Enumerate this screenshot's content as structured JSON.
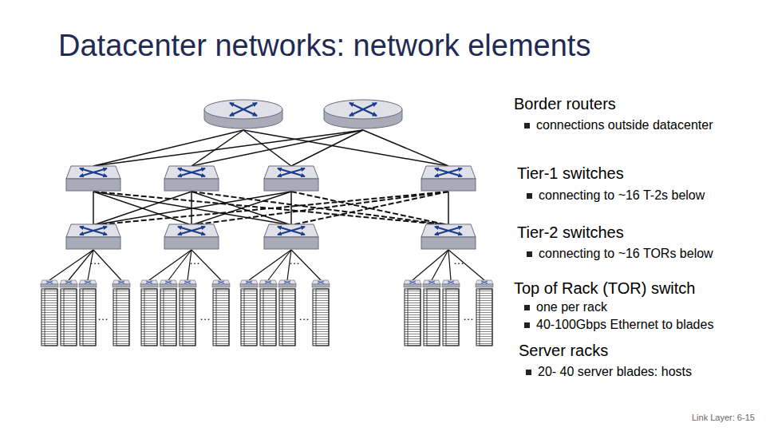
{
  "diagram": {
    "title": "Datacenter networks: network elements",
    "labels": [
      "Border routers",
      "connections outside datacenter",
      "Tier-1 switches",
      "connecting to ~16 T-2s below",
      "Tier-2 switches",
      "connecting to ~16 TORs below",
      "Top of Rack (TOR) switch",
      "one per rack",
      "40-100Gbps Ethernet to blades",
      "Server racks",
      "20- 40 server blades: hosts",
      "…",
      "…",
      "…",
      "…",
      "…",
      "…",
      "…",
      "…",
      "Link Layer: 6-15"
    ]
  }
}
